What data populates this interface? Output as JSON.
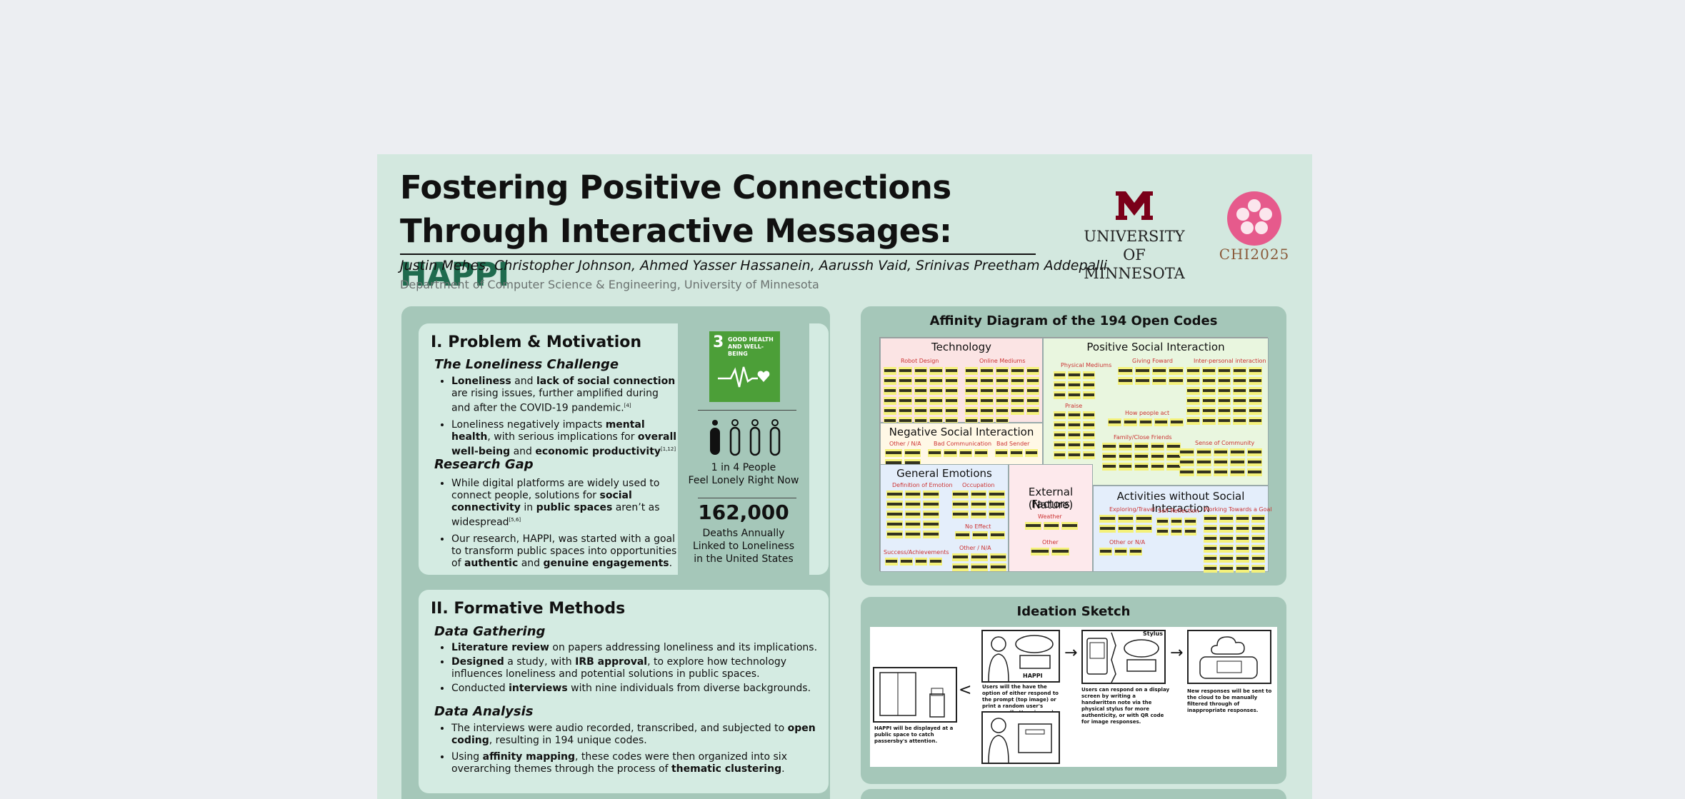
{
  "title": {
    "line1": "Fostering Positive Connections",
    "line2_prefix": "Through Interactive Messages: ",
    "line2_accent": "HAPPI"
  },
  "authors": "Justin Mehes, Christopher Johnson, Ahmed Yasser Hassanein, Aarussh Vaid, Srinivas Preetham Addepalli",
  "department": "Department of Computer Science & Engineering, University of Minnesota",
  "logos": {
    "umn_line1": "UNIVERSITY",
    "umn_line2": "OF MINNESOTA",
    "chi": "CHI2025"
  },
  "section1": {
    "title": "I. Problem & Motivation",
    "subtitle1": "The Loneliness Challenge",
    "subtitle2": "Research Gap"
  },
  "stats": {
    "sdg_number": "3",
    "sdg_label": "GOOD HEALTH AND WELL-BEING",
    "stat1_line1": "1 in 4 People",
    "stat1_line2": "Feel Lonely Right Now",
    "stat2_number": "162,000",
    "stat2_line1": "Deaths Annually",
    "stat2_line2": "Linked to Loneliness",
    "stat2_line3": "in the United States"
  },
  "section2": {
    "title": "II. Formative Methods",
    "subtitle1": "Data Gathering",
    "subtitle2": "Data Analysis"
  },
  "affinity": {
    "title": "Affinity Diagram of the 194 Open Codes",
    "zones": {
      "technology": "Technology",
      "positive": "Positive Social Interaction",
      "negative": "Negative Social Interaction",
      "emotions": "General Emotions",
      "external_l1": "External Factors",
      "external_l2": "(Nature)",
      "activities": "Activities without Social Interaction"
    },
    "categories": {
      "robot_design": "Robot Design",
      "online_mediums": "Online Mediums",
      "physical_mediums": "Physical Mediums",
      "giving_foward": "Giving Foward",
      "interpersonal": "Inter-personal interaction",
      "praise": "Praise",
      "how_people_act": "How people act",
      "family": "Family/Close Friends",
      "community": "Sense of Community",
      "other_na": "Other / N/A",
      "bad_comm": "Bad Communication",
      "bad_sender": "Bad Sender",
      "def_emotion": "Definition of Emotion",
      "occupation": "Occupation",
      "no_effect": "No Effect",
      "success": "Success/Achievements",
      "other_na2": "Other / N/A",
      "weather": "Weather",
      "other": "Other",
      "exploring": "Exploring/Travel",
      "self_reflection": "Self Reflection",
      "working_goal": "Working Towards a Goal",
      "other_na3": "Other or N/A"
    }
  },
  "ideation": {
    "title": "Ideation Sketch",
    "cap1": "HAPPI will be displayed at a public space to catch passersby's attention.",
    "cap2": "Users will the have the option of either respond to the prompt (top image) or print a random user's response (bottom image).",
    "cap3": "Users can respond on a display screen by writing a handwritten note via the physical stylus for more authenticity, or with QR code for image responses.",
    "cap4": "New responses will be sent to the cloud to be manually filtered through of inappropriate responses.",
    "label_happi": "HAPPI",
    "label_stylus": "Stylus"
  },
  "colors": {
    "accent": "#1f6b4e",
    "poster_bg": "#d3e8df",
    "panel": "#a5c7b9",
    "card": "#d4ebe2",
    "sdg_green": "#4c9f38",
    "umn_maroon": "#7a0019",
    "chi_pink": "#e65a8c"
  }
}
